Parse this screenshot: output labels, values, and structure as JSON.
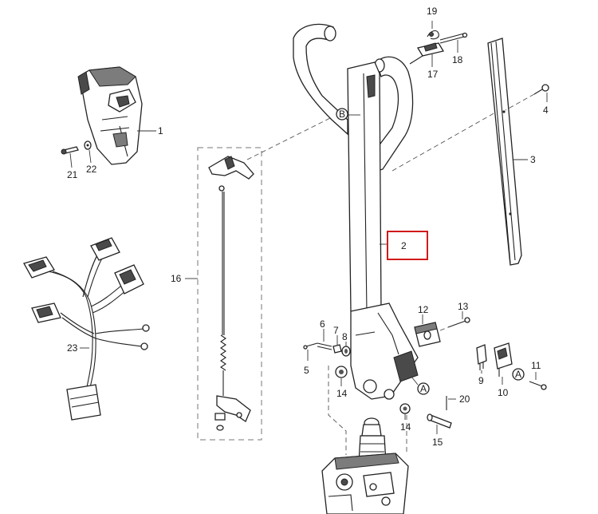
{
  "callouts": {
    "c1": "1",
    "c2": "2",
    "c3": "3",
    "c4": "4",
    "c5": "5",
    "c6": "6",
    "c7": "7",
    "c8": "8",
    "c9": "9",
    "c10": "10",
    "c11": "11",
    "c12": "12",
    "c13": "13",
    "c14a": "14",
    "c14b": "14",
    "c15": "15",
    "c16": "16",
    "c17": "17",
    "c18": "18",
    "c19": "19",
    "c20": "20",
    "c21": "21",
    "c22": "22",
    "c23": "23"
  },
  "markers": {
    "a1": "A",
    "a2": "A",
    "b1": "B"
  },
  "highlight": {
    "target": "2",
    "color": "#d11a1a"
  }
}
